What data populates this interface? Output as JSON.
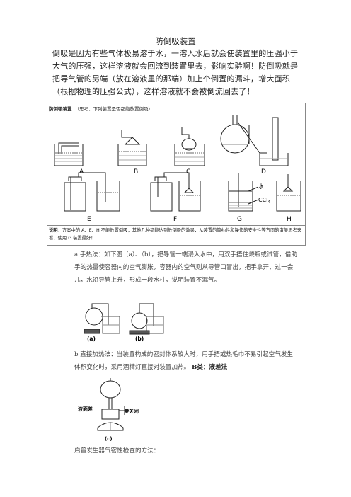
{
  "title": "防倒吸装置",
  "intro": "倒吸是因为有些气体极易溶于水，一溶入水后就会使装置里的压强小于大气的压强，这样溶液就会回流到装置里去，影响实验啊！防倒吸就是把导气管的另端（放在溶液里的那端）加上个倒置的漏斗，增大面积（根据物理的压强公式），这样溶液就不会被倒流回去了！",
  "figure": {
    "label": "防倒吸装置",
    "hint": "（思考：下列装置是否都能放置倒吸）",
    "labels": {
      "A": "A",
      "B": "B",
      "C": "C",
      "D": "D",
      "E": "E",
      "F": "F",
      "G": "G",
      "H": "H",
      "water": "水",
      "ccl4": "CCl",
      "ccl4_sub": "4"
    },
    "note_label": "说明：",
    "note": "方案中的 A、E、H 不能放置倒吸，其他几种都能达到放倒吸的效果，从装置的简约性和操作的安全性等方面的审美思考来看，使用 G 装置最好！"
  },
  "para_a": "a 手热法：如下图（a）、（b），把导管一端浸入水中，用双手捂住烧瓶或试管，借助手的热量使容器内的空气膨胀，容器内的空气则从导管口冒出，把手拿开，过一会儿，水沿导管上升，形成一段水柱，说明装置不漏气。",
  "fig_ab": {
    "a": "(a)",
    "b": "(b)"
  },
  "para_b_text": "b 直接加热法：当装置构成的密封体系较大时，用手捂或热毛巾不易引起空气发生体积变化时，采用酒精灯直接对装置加热。",
  "para_b_bold": "B类：液差法",
  "fig_c": {
    "label1": "液面差",
    "label2": "关闭",
    "caption": "(c)"
  },
  "para_c": "启普发生器气密性检查的方法："
}
